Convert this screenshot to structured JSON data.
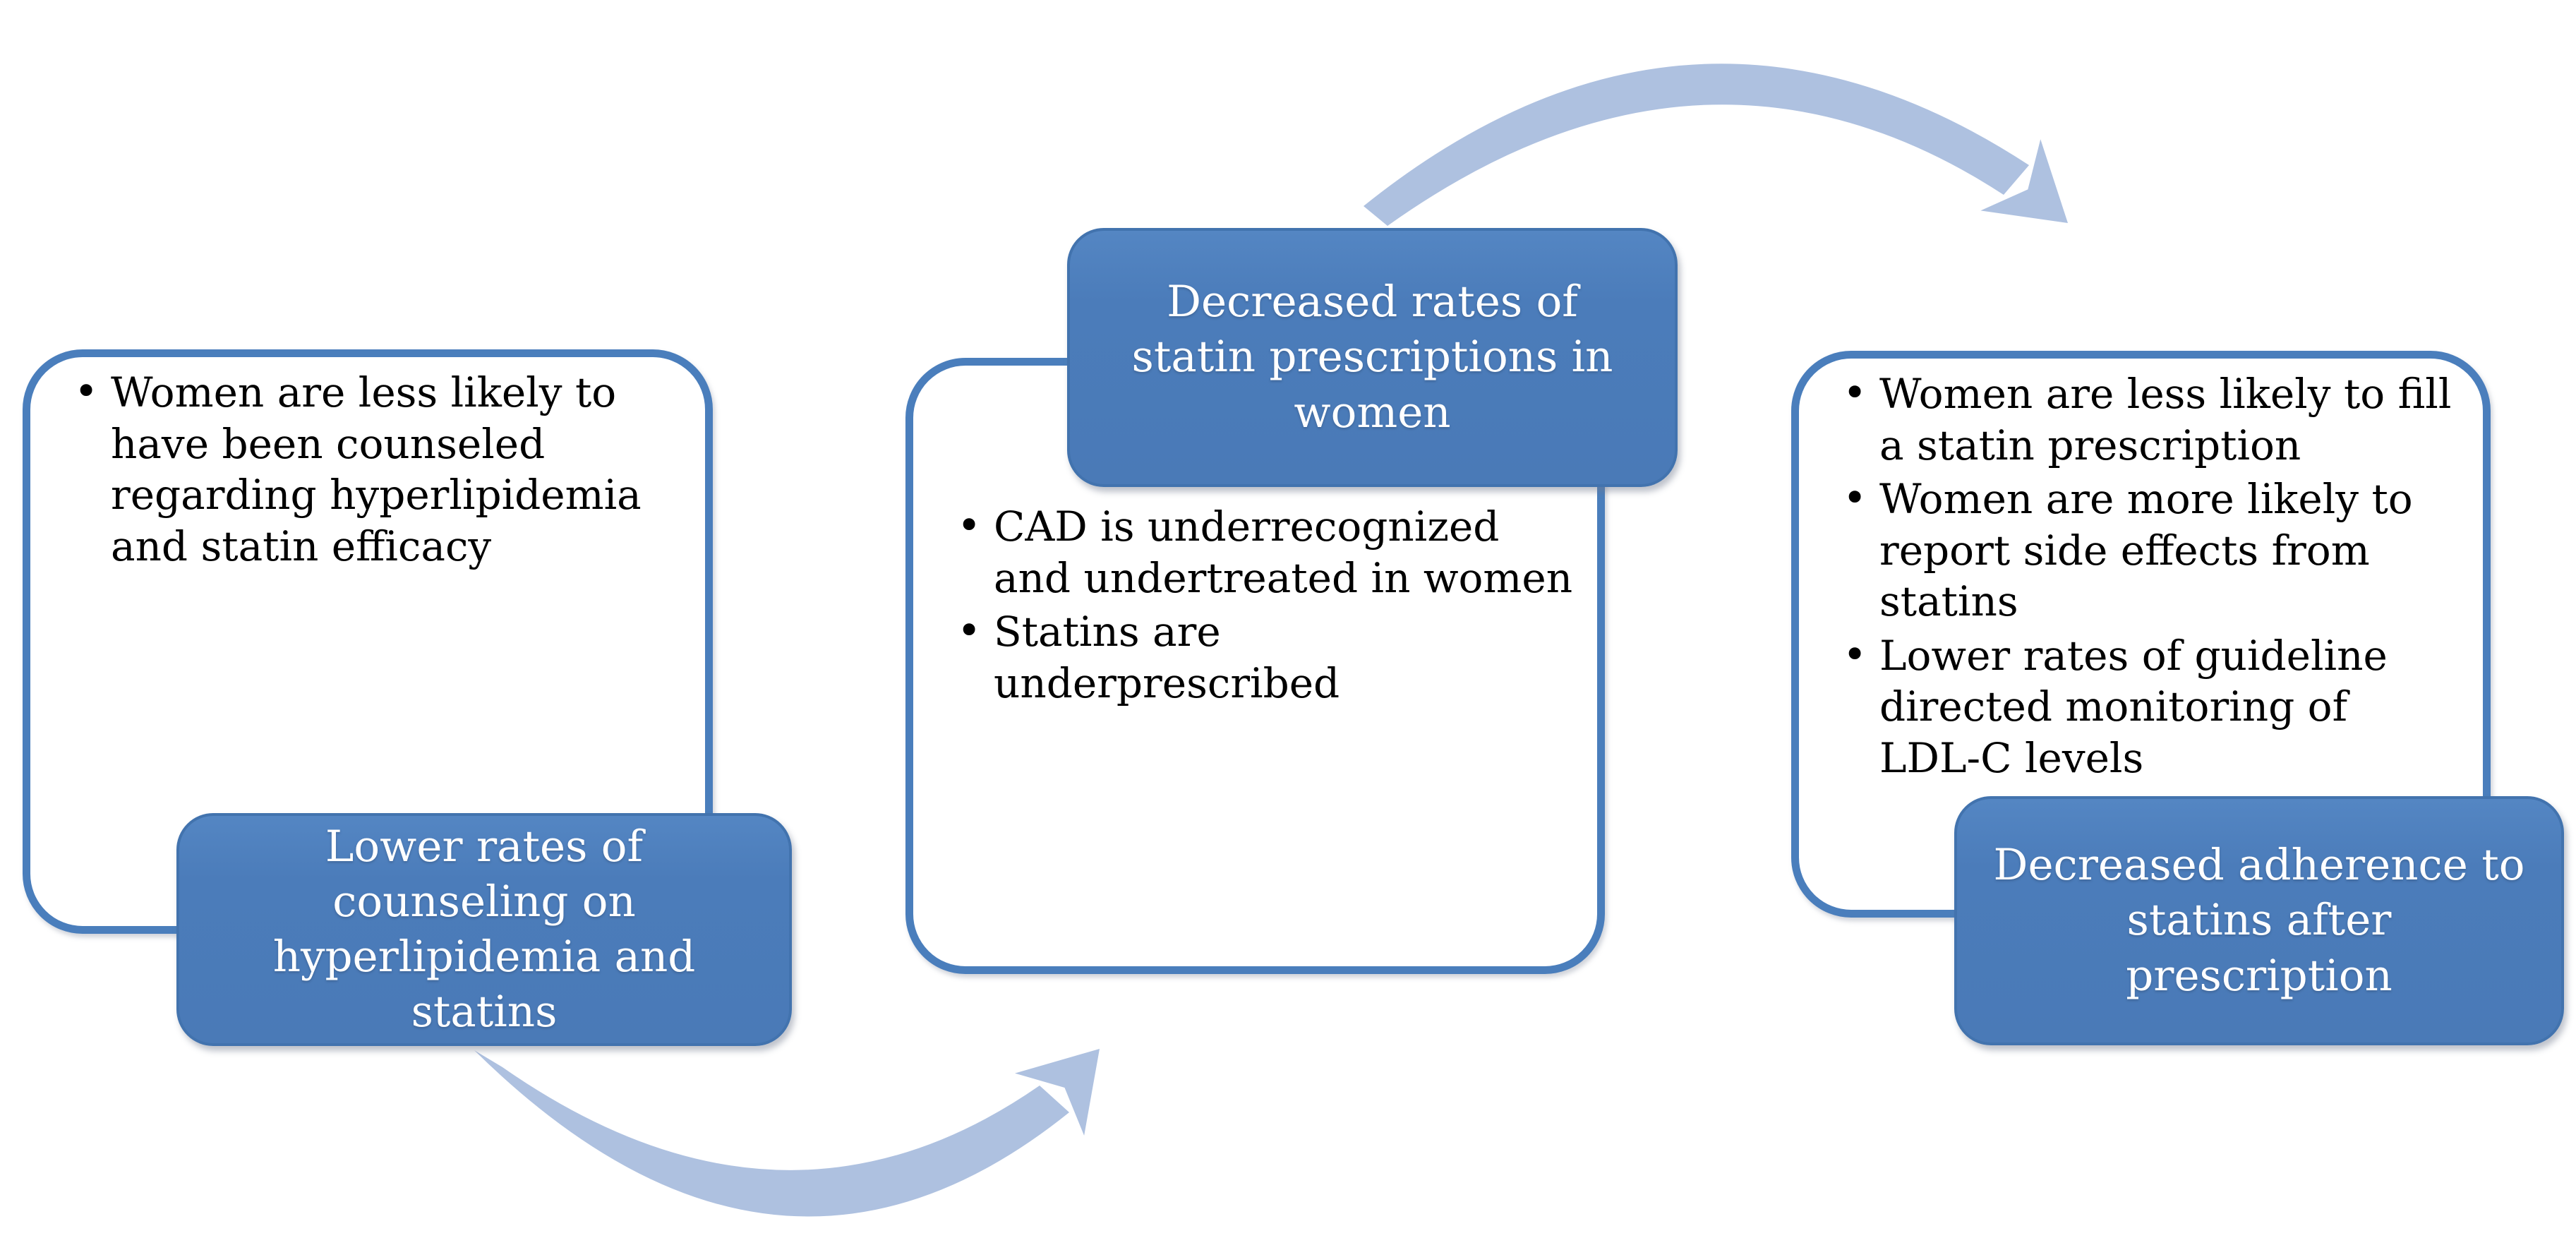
{
  "diagram": {
    "type": "process-cycle",
    "colors": {
      "accent_fill": "#4b7cba",
      "accent_border": "#4a7ebc",
      "arrow_fill": "#aec1e0",
      "bullet_text": "#000000",
      "label_text": "#ffffff",
      "background": "#ffffff"
    },
    "stages": [
      {
        "id": "counseling",
        "bullets": [
          "Women are less likely to have been counseled regarding hyperlipidemia and statin efficacy"
        ],
        "label": "Lower rates of counseling on hyperlipidemia and statins"
      },
      {
        "id": "prescriptions",
        "bullets": [
          "CAD is underrecognized and undertreated in women",
          "Statins are underprescribed"
        ],
        "label": "Decreased rates of statin prescriptions in women"
      },
      {
        "id": "adherence",
        "bullets": [
          "Women are less likely to fill a statin prescription",
          "Women are more likely to report side effects from statins",
          "Lower rates of guideline directed monitoring of LDL-C levels"
        ],
        "label": "Decreased adherence to statins after prescription"
      }
    ],
    "arrows": [
      {
        "id": "counseling-to-prescriptions",
        "description": "curved swoosh arrow from first label dipping down then pointing up-right to second box"
      },
      {
        "id": "prescriptions-to-adherence",
        "description": "curved swoosh arrow from second label arcing up then pointing down-right to third box"
      }
    ]
  }
}
